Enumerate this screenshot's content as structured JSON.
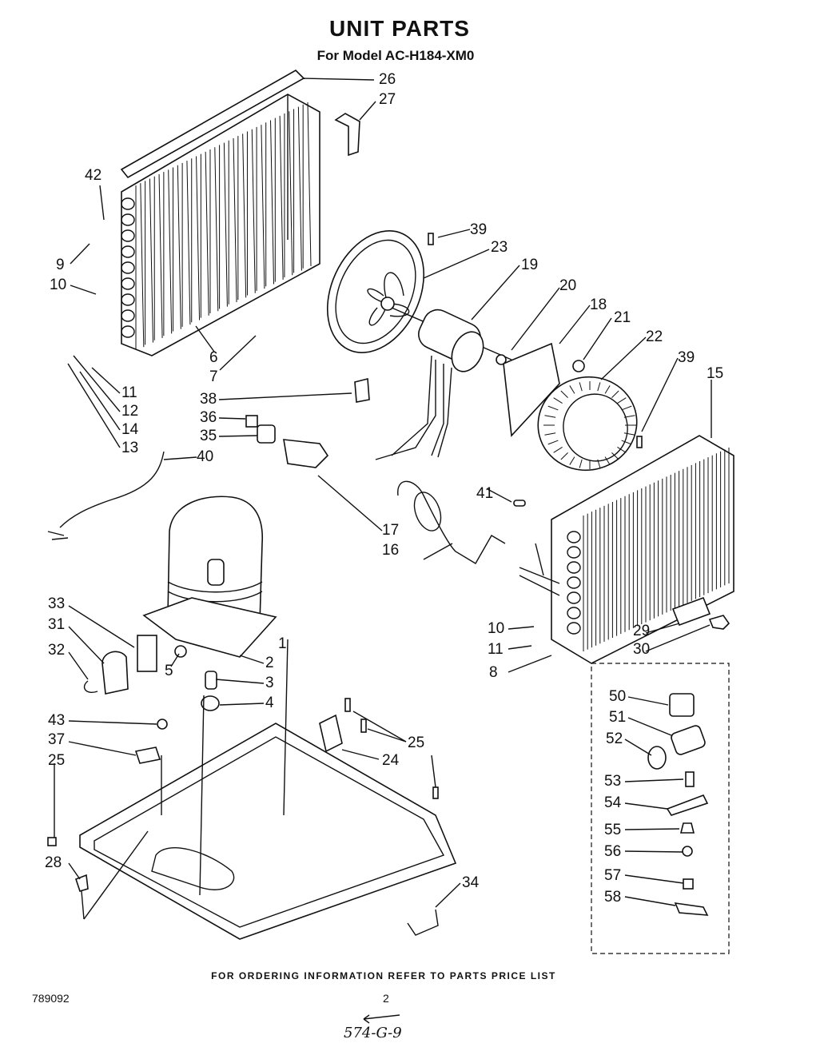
{
  "header": {
    "title": "UNIT PARTS",
    "subtitle": "For Model AC-H184-XM0"
  },
  "footer": {
    "ordering_note": "FOR ORDERING INFORMATION REFER TO PARTS PRICE LIST",
    "doc_number": "789092",
    "page_number": "2",
    "handwritten_note": "574-G-9"
  },
  "callouts": [
    "26",
    "27",
    "42",
    "9",
    "10",
    "6",
    "7",
    "11",
    "12",
    "14",
    "13",
    "39",
    "23",
    "19",
    "20",
    "18",
    "21",
    "22",
    "39",
    "15",
    "38",
    "36",
    "35",
    "40",
    "17",
    "41",
    "16",
    "33",
    "31",
    "32",
    "5",
    "2",
    "3",
    "4",
    "1",
    "10",
    "11",
    "8",
    "29",
    "30",
    "43",
    "37",
    "25",
    "24",
    "25",
    "50",
    "51",
    "52",
    "53",
    "54",
    "55",
    "56",
    "57",
    "58",
    "28",
    "34"
  ]
}
